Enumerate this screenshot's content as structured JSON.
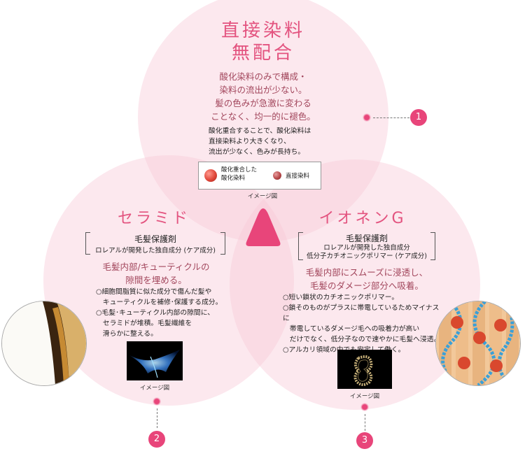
{
  "top": {
    "title_line1": "直接染料",
    "title_line2": "無配合",
    "lead_lines": [
      "酸化染料のみで構成・",
      "染料の流出が少ない。",
      "髪の色みが急激に変わる",
      "ことなく、均一的に褪色。"
    ],
    "body_lines": [
      "酸化重合することで、酸化染料は",
      "直接染料より大きくなり、",
      "流出が少なく、色みが長持ち。"
    ],
    "legend": {
      "item1_line1": "酸化重合した",
      "item1_line2": "酸化染料",
      "item2": "直接染料"
    },
    "caption": "イメージ図",
    "number": "1"
  },
  "left": {
    "title": "セラミド",
    "box_title": "毛髪保護剤",
    "box_sub": "ロレアルが開発した独自成分 (ケア成分)",
    "lead_lines": [
      "毛髪内部/キューティクルの",
      "隙間を埋める。"
    ],
    "body_lines": [
      "○細胞間脂質に似た成分で傷んだ髪や",
      "　キューティクルを補修･保護する成分。",
      "○毛髪･キューティクル内部の隙間に、",
      "　セラミドが堆積。毛髪繊維を",
      "　滑らかに整える。"
    ],
    "caption": "イメージ図",
    "number": "2"
  },
  "right": {
    "title": "イオネンG",
    "box_title": "毛髪保護剤",
    "box_sub1": "ロレアルが開発した独自成分",
    "box_sub2": "低分子カチオニックポリマー (ケア成分)",
    "lead_lines": [
      "毛髪内部にスムーズに浸透し、",
      "毛髪のダメージ部分へ吸着。"
    ],
    "body_lines": [
      "○短い鎖状のカチオニックポリマー。",
      "○鎖そのものがプラスに帯電しているためマイナスに",
      "　帯電しているダメージ毛への吸着力が高い",
      "　だけでなく、低分子なので速やかに毛髪へ浸透。",
      "○アルカリ領域の中でも安定して働く。"
    ],
    "caption": "イメージ図",
    "number": "3"
  },
  "colors": {
    "accent": "#e3537f",
    "circle_fill": "#f7c8d6",
    "lead_text": "#a2465c"
  }
}
